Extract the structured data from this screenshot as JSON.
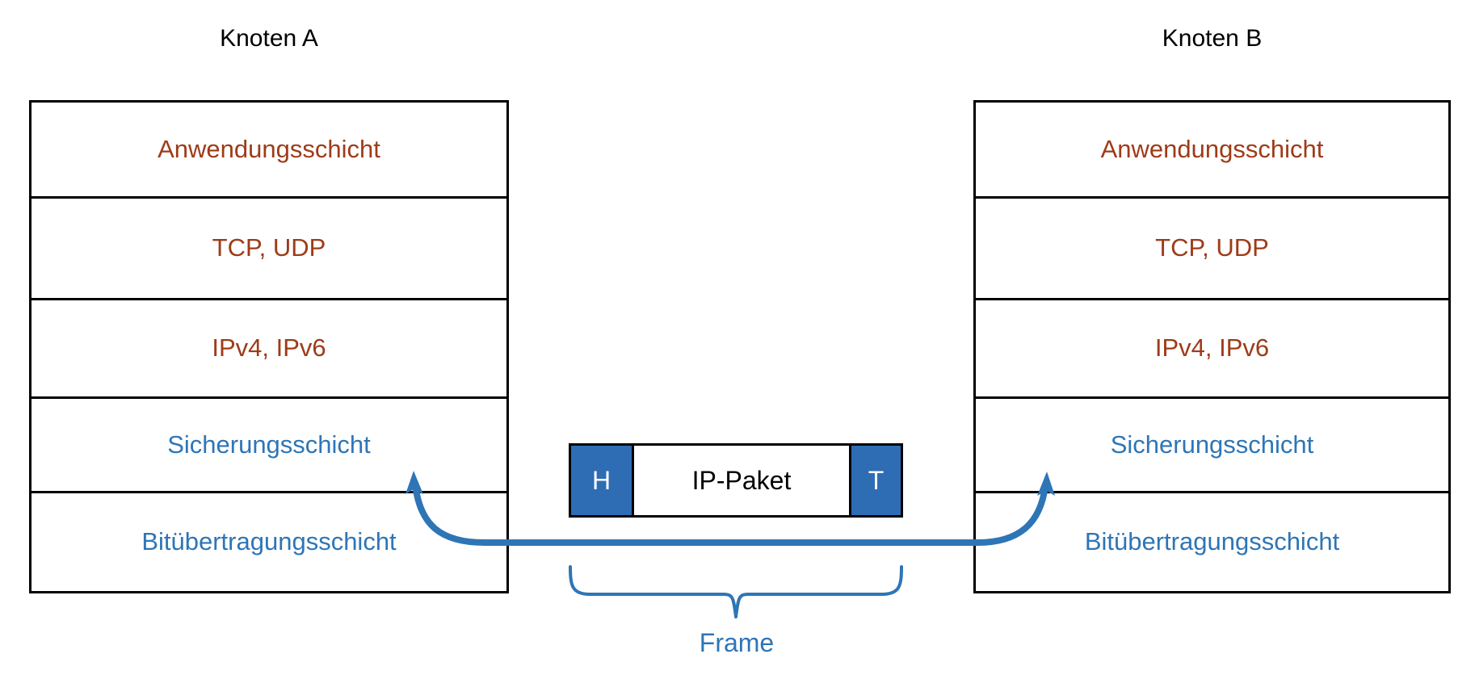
{
  "diagram": {
    "title": "Bituebertragungsschicht Frame Transfer between Knoten A and Knoten B",
    "colors": {
      "upper_layer_text": "#9E3B18",
      "lower_layer_text": "#2E75B6",
      "packet_fill": "#2E6DB4",
      "packet_text_on_fill": "#FFFFFF",
      "border": "#000000",
      "arrow": "#2E75B6",
      "brace": "#2E75B6",
      "background": "#FFFFFF"
    }
  },
  "nodes": [
    {
      "id": "node-a",
      "title": "Knoten A",
      "layers": [
        {
          "label": "Anwendungsschicht",
          "group": "upper"
        },
        {
          "label": "TCP, UDP",
          "group": "upper"
        },
        {
          "label": "IPv4, IPv6",
          "group": "upper"
        },
        {
          "label": "Sicherungsschicht",
          "group": "lower"
        },
        {
          "label": "Bitübertragungsschicht",
          "group": "lower"
        }
      ]
    },
    {
      "id": "node-b",
      "title": "Knoten B",
      "layers": [
        {
          "label": "Anwendungsschicht",
          "group": "upper"
        },
        {
          "label": "TCP, UDP",
          "group": "upper"
        },
        {
          "label": "IPv4, IPv6",
          "group": "upper"
        },
        {
          "label": "Sicherungsschicht",
          "group": "lower"
        },
        {
          "label": "Bitübertragungsschicht",
          "group": "lower"
        }
      ]
    }
  ],
  "packet": {
    "header": "H",
    "payload": "IP-Paket",
    "trailer": "T"
  },
  "brace": {
    "label": "Frame"
  }
}
